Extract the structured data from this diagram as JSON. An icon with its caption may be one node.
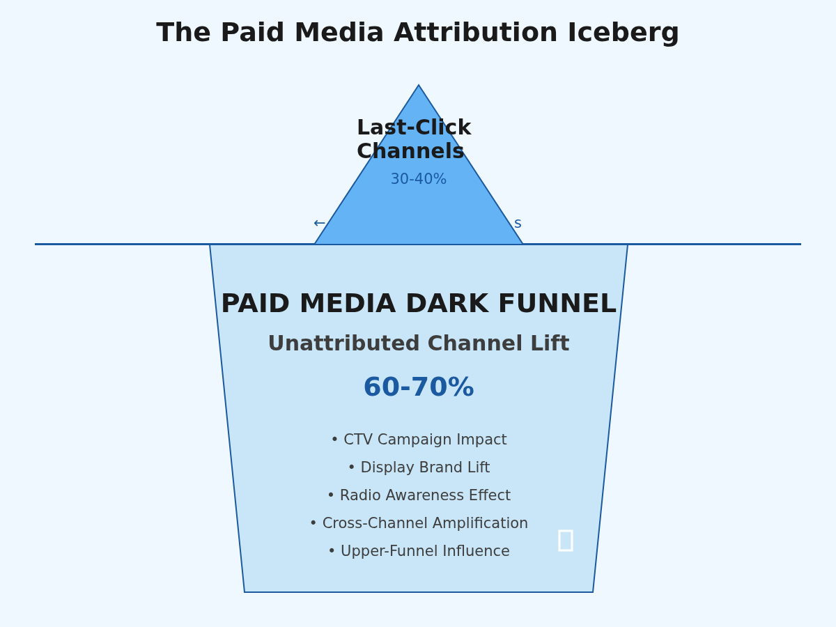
{
  "diagram": {
    "title": "The Paid Media Attribution Iceberg",
    "nodes": [
      {
        "text": [
          "Last-Click Channels",
          "30-40%"
        ]
      },
      {
        "text": [
          "PAID MEDIA DARK FUNNEL",
          "Unattributed Channel Lift",
          "60-70%",
          "• CTV Campaign Impact",
          "• Display Brand Lift",
          "• Radio Awareness Effect",
          "• Cross-Channel Amplification",
          "• Upper-Funnel Influence"
        ]
      }
    ],
    "edges": [],
    "labels": [
      "←",
      "s"
    ]
  }
}
